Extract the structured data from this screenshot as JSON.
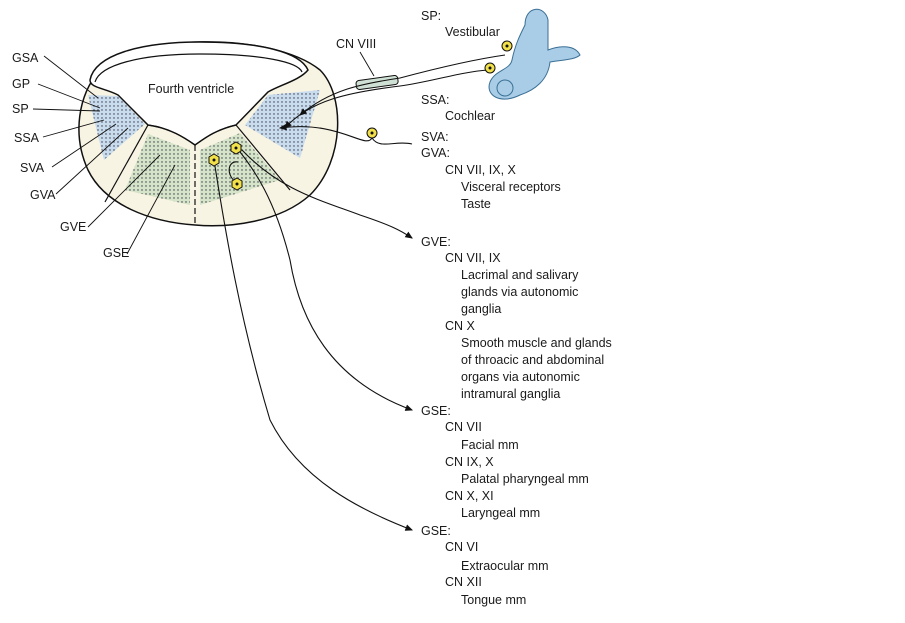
{
  "left_labels": [
    "GSA",
    "GP",
    "SP",
    "SSA",
    "SVA",
    "GVA",
    "GVE",
    "GSE"
  ],
  "ventricle_label": "Fourth ventricle",
  "nerve_label": "CN  VIII",
  "right_text": [
    "SP:",
    "Vestibular",
    "SSA:",
    "Cochlear",
    "SVA:",
    "GVA:",
    "CN VII, IX, X",
    "Visceral receptors",
    "Taste",
    "GVE:",
    "CN VII, IX",
    "Lacrimal and salivary",
    "glands via autonomic",
    "ganglia",
    "CN X",
    "Smooth muscle and glands",
    "of throacic and abdominal",
    "organs via autonomic",
    "intramural ganglia",
    "GSE:",
    "CN VII",
    "Facial mm",
    "CN IX, X",
    "Palatal pharyngeal mm",
    "CN X, XI",
    "Laryngeal mm",
    "GSE:",
    "CN VI",
    "Extraocular mm",
    "CN XII",
    "Tongue mm"
  ],
  "colors": {
    "sensory_zone": "#c9dcee",
    "motor_zone": "#d5e3c8",
    "tissue": "#f8f4e4",
    "ear": "#a9cde6",
    "neuron": "#f2e04a"
  }
}
